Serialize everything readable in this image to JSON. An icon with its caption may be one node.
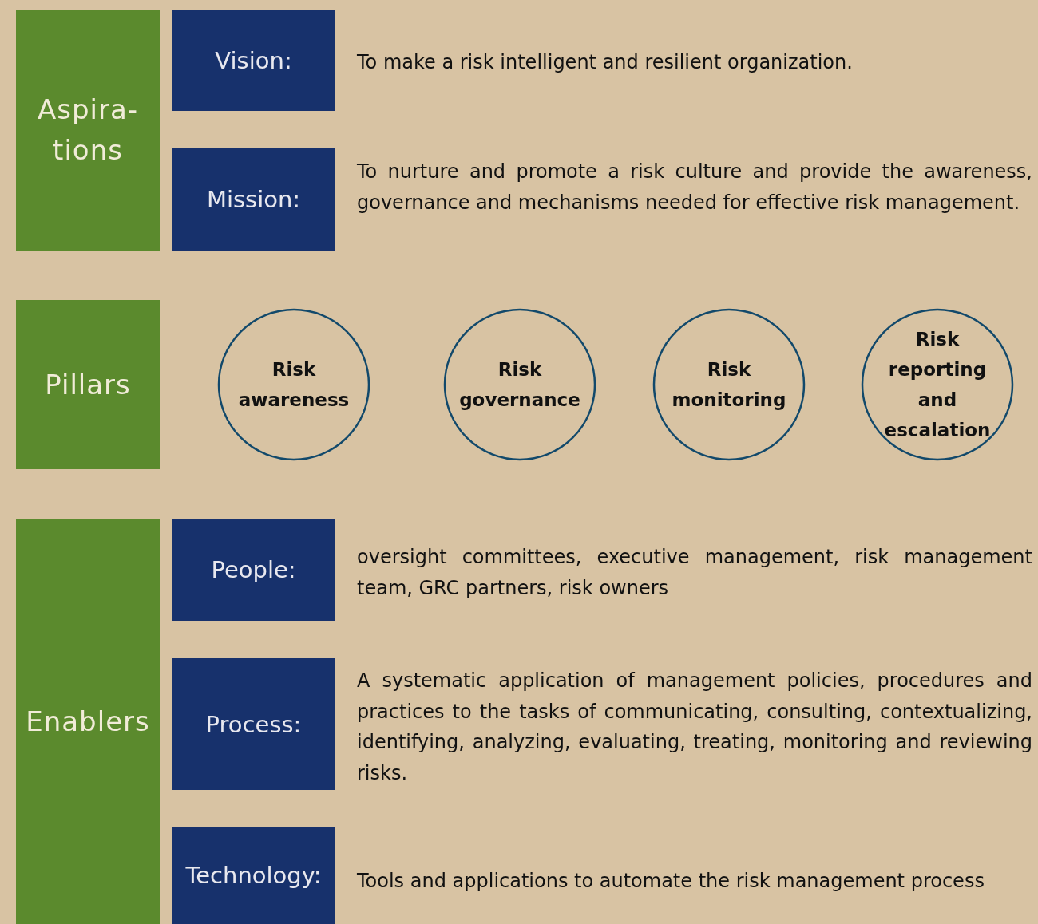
{
  "diagram": {
    "nodes": [
      {
        "text": [
          "Aspira- tions"
        ]
      },
      {
        "text": [
          "Vision:"
        ],
        "beside": [
          "To make a risk intelligent and resilient organization."
        ]
      },
      {
        "text": [
          "Mission:"
        ],
        "beside": [
          "To nurture and promote a risk culture and provide the awareness, governance and mechanisms needed for effective risk management."
        ]
      },
      {
        "text": [
          "Pillars"
        ]
      },
      {
        "text": [
          "Risk awareness"
        ]
      },
      {
        "text": [
          "Risk governance"
        ]
      },
      {
        "text": [
          "Risk monitoring"
        ]
      },
      {
        "text": [
          "Risk reporting and escalation"
        ]
      },
      {
        "text": [
          "Enablers"
        ]
      },
      {
        "text": [
          "People:"
        ],
        "beside": [
          "oversight committees, executive management, risk management team, GRC partners, risk owners"
        ]
      },
      {
        "text": [
          "Process:"
        ],
        "beside": [
          "A systematic application of management policies, procedures and practices to the tasks of communicating, consulting, contextualizing, identifying, analyzing, evaluating, treating, monitoring and reviewing risks."
        ]
      },
      {
        "text": [
          "Technology:"
        ],
        "beside": [
          "Tools and applications to automate the risk management process"
        ]
      }
    ]
  }
}
